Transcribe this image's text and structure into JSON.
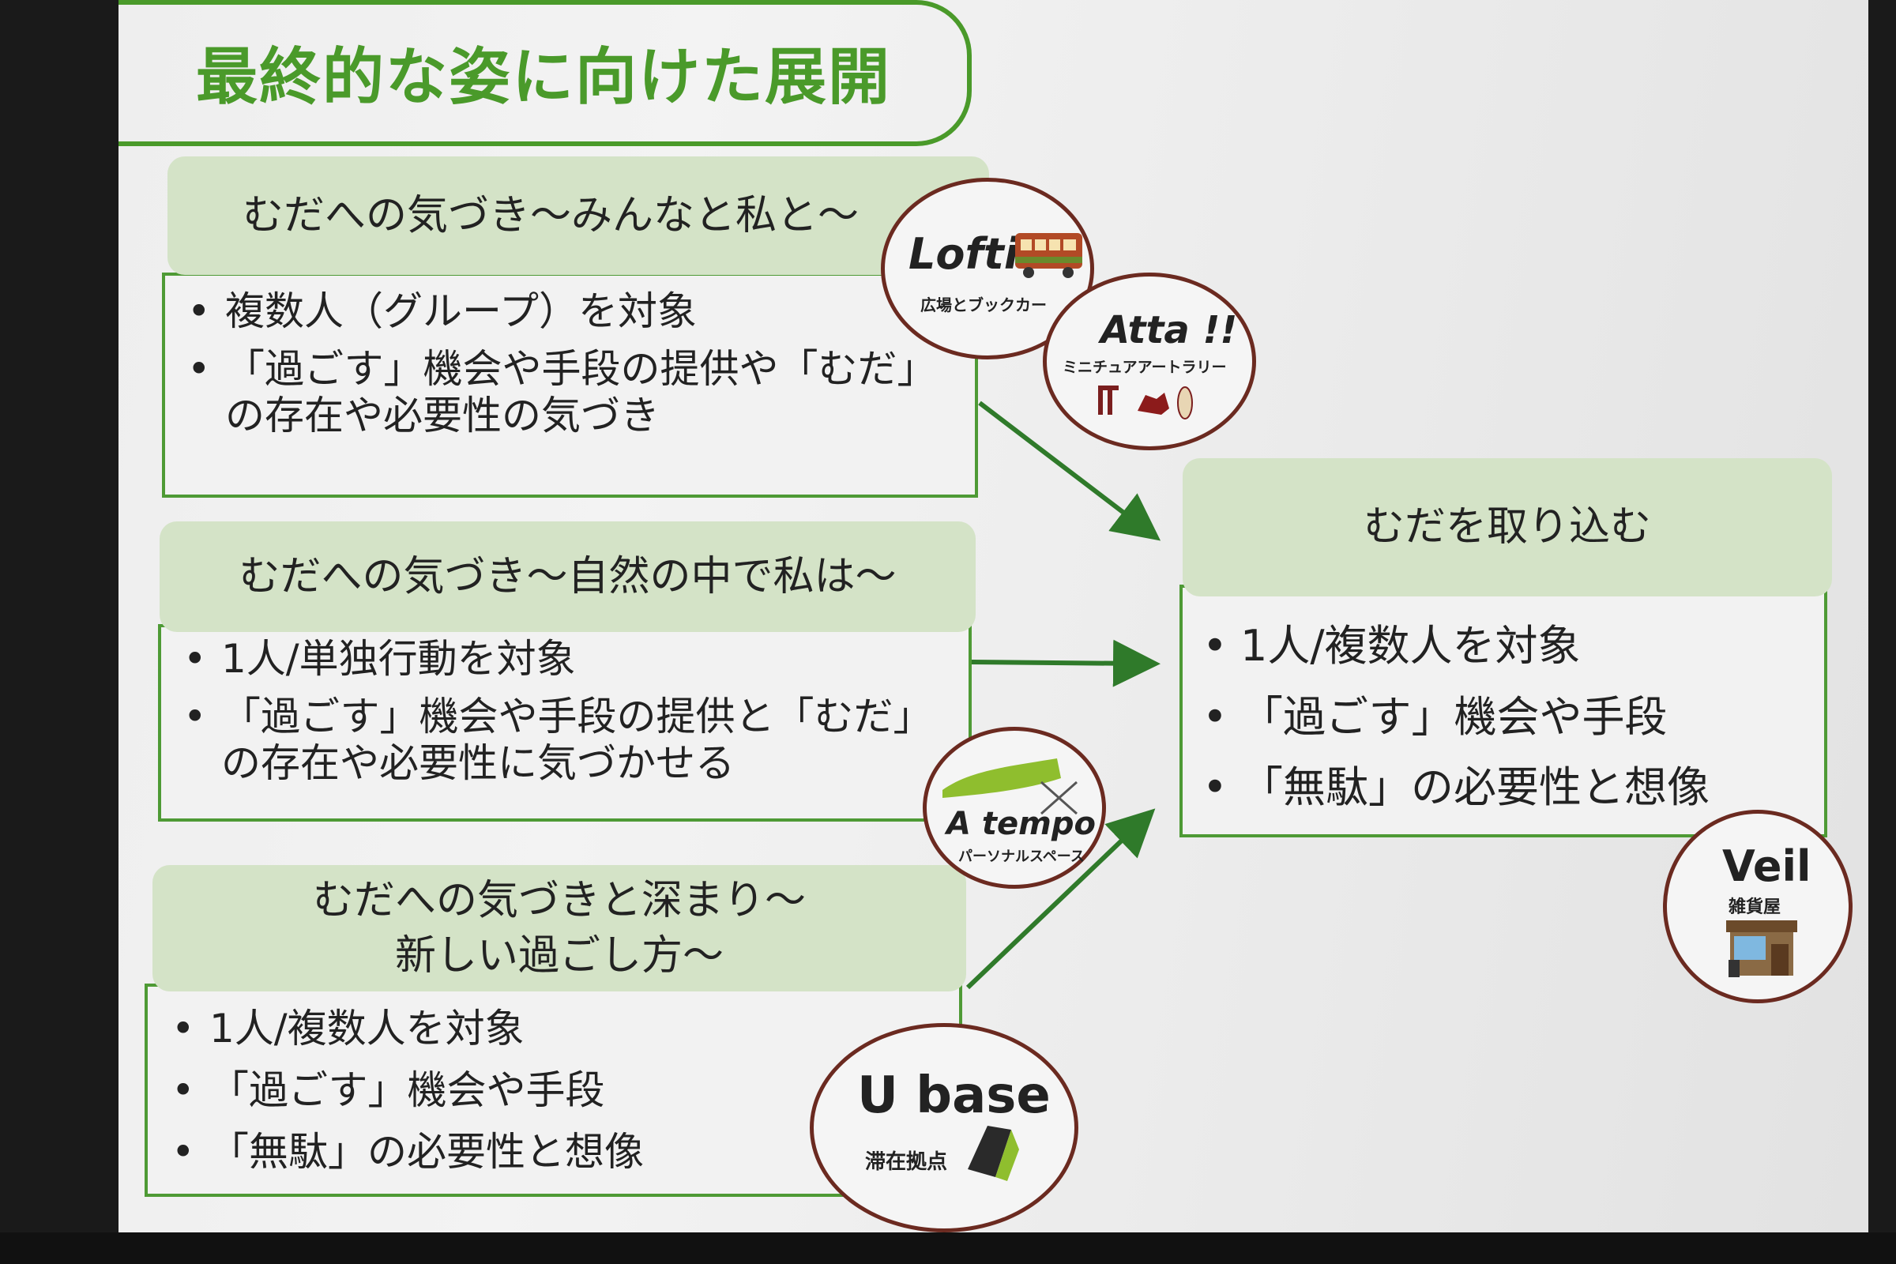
{
  "slide": {
    "title": "最終的な姿に向けた展開"
  },
  "panels": [
    {
      "header": "むだへの気づき～みんなと私と～",
      "bullets": [
        "複数人（グループ）を対象",
        "「過ごす」機会や手段の提供や「むだ」の存在や必要性の気づき"
      ]
    },
    {
      "header": "むだへの気づき～自然の中で私は～",
      "bullets": [
        "1人/単独行動を対象",
        "「過ごす」機会や手段の提供と「むだ」の存在や必要性に気づかせる"
      ]
    },
    {
      "header": "むだへの気づきと深まり～新しい過ごし方～",
      "bullets": [
        "1人/複数人を対象",
        "「過ごす」機会や手段",
        "「無駄」の必要性と想像"
      ]
    }
  ],
  "result_panel": {
    "header": "むだを取り込む",
    "bullets": [
      "1人/複数人を対象",
      "「過ごす」機会や手段",
      "「無駄」の必要性と想像"
    ]
  },
  "bullet_glyph": "•",
  "badges": {
    "lofti": {
      "name": "Lofti",
      "sub": "広場とブックカー",
      "icon": "trolley-icon"
    },
    "atta": {
      "name": "Atta !!",
      "sub": "ミニチュアアートラリー",
      "icon": "miniature-art-icon"
    },
    "atempo": {
      "name": "A tempo",
      "sub": "パーソナルスペース",
      "icon": "hammock-icon"
    },
    "ubase": {
      "name": "U base",
      "sub": "滞在拠点",
      "icon": "base-block-icon"
    },
    "veil": {
      "name": "Veil",
      "sub": "雑貨屋",
      "icon": "shop-icon"
    }
  },
  "colors": {
    "accent_green": "#4a9a2a",
    "header_fill": "#d4e3c7",
    "badge_border": "#6b2a20"
  }
}
